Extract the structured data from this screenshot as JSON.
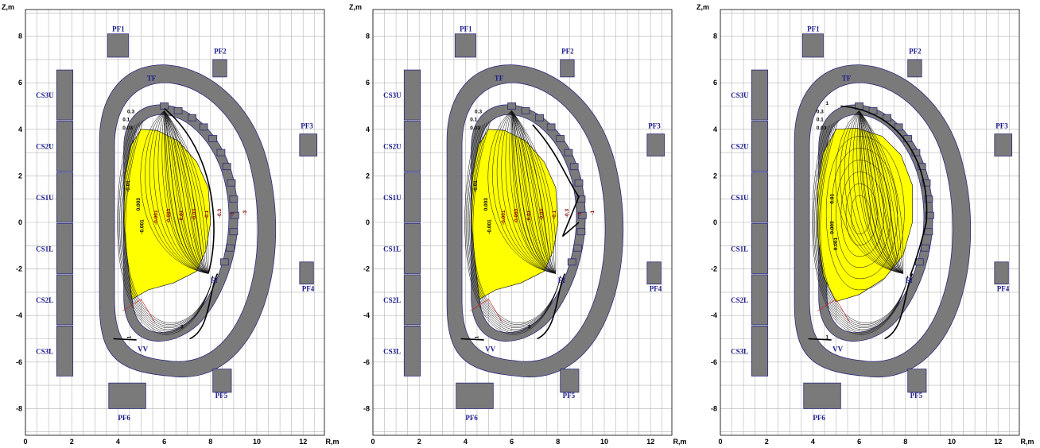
{
  "panels": [
    {
      "id": "left",
      "x_axis": {
        "title": "R,m",
        "ticks": [
          "0",
          "2",
          "4",
          "6",
          "8",
          "10",
          "12"
        ]
      },
      "y_axis": {
        "title": "Z,m",
        "ticks": [
          "8",
          "6",
          "4",
          "2",
          "0",
          "-2",
          "-4",
          "-6",
          "-8"
        ]
      },
      "coils": [
        "PF1",
        "PF2",
        "PF3",
        "PF4",
        "PF5",
        "PF6",
        "CS3U",
        "CS2U",
        "CS1U",
        "CS1L",
        "CS2L",
        "CS3L",
        "TF",
        "VV",
        "FI"
      ],
      "flux_labels_black": [
        "0.3",
        "0.1",
        "0.03",
        "-0.01",
        "0.003",
        "-0.001",
        "1",
        "3"
      ],
      "flux_labels_red": [
        "-0.001",
        "-0.003",
        "-0.01",
        "-0.03",
        "-0.1",
        "-0.3",
        "-1",
        "-3"
      ]
    },
    {
      "id": "middle",
      "x_axis": {
        "title": "R,m",
        "ticks": [
          "0",
          "2",
          "4",
          "6",
          "8",
          "10",
          "12"
        ]
      },
      "y_axis": {
        "title": "Z,m",
        "ticks": [
          "8",
          "6",
          "4",
          "2",
          "0",
          "-2",
          "-4",
          "-6",
          "-8"
        ]
      },
      "coils": [
        "PF1",
        "PF2",
        "PF3",
        "PF4",
        "PF5",
        "PF6",
        "CS3U",
        "CS2U",
        "CS1U",
        "CS1L",
        "CS2L",
        "CS3L",
        "TF",
        "VV",
        "FI"
      ],
      "flux_labels_black": [
        "0.3",
        "0.1",
        "0.03",
        "-0.01",
        "0.003",
        "-0.001",
        "1",
        "3"
      ],
      "flux_labels_red": [
        "-0.001",
        "-0.003",
        "-0.01",
        "-0.03",
        "-0.1",
        "-0.3",
        "-1",
        "-1"
      ]
    },
    {
      "id": "right",
      "x_axis": {
        "title": "R,m",
        "ticks": [
          "0",
          "2",
          "4",
          "6",
          "8",
          "10",
          "12"
        ]
      },
      "y_axis": {
        "title": "Z,m",
        "ticks": [
          "8",
          "6",
          "4",
          "2",
          "0",
          "-2",
          "-4",
          "-6",
          "-8"
        ]
      },
      "coils": [
        "PF1",
        "PF2",
        "PF3",
        "PF4",
        "PF5",
        "PF6",
        "CS3U",
        "CS2U",
        "CS1U",
        "CS1L",
        "CS2L",
        "CS3L",
        "TF",
        "VV",
        "FI"
      ],
      "flux_labels_black": [
        "1",
        "0.3",
        "0.1",
        "0.03",
        "0.01",
        "0.003",
        "0.001",
        "1"
      ],
      "flux_labels_red": []
    }
  ],
  "colors": {
    "grid": "#b5b5b5",
    "coil_fill": "#7a7a7a",
    "coil_stroke": "#2a2a7a",
    "plasma": "#ffff00",
    "coil_label": "#1a1a8c",
    "red_label": "#8b0000"
  }
}
